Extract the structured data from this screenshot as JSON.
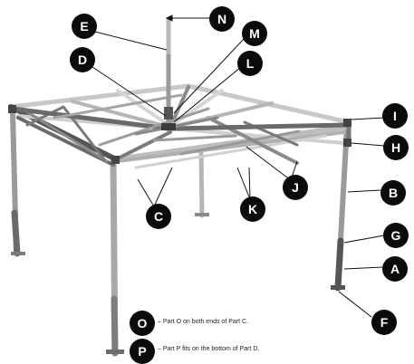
{
  "callouts": {
    "A": "A",
    "B": "B",
    "C": "C",
    "D": "D",
    "E": "E",
    "F": "F",
    "G": "G",
    "H": "H",
    "I": "I",
    "J": "J",
    "K": "K",
    "L": "L",
    "M": "M",
    "N": "N",
    "O": "O",
    "P": "P"
  },
  "notes": {
    "o_text": "– Part O on both ends of Part C.",
    "p_text": "– Part P fits on the bottom of Part D."
  },
  "colors": {
    "callout_fill": "#0b0b0b",
    "callout_text": "#ffffff",
    "frame_dark": "#5a5a5a",
    "frame_light": "#bfbfbf",
    "frame_mid": "#8a8a8a"
  }
}
